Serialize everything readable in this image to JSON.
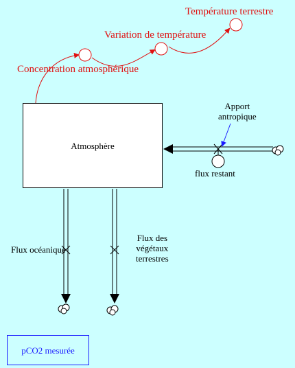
{
  "labels": {
    "temperature_terrestre": "Température terrestre",
    "variation_temperature": "Variation de température",
    "concentration_atmospherique": "Concentration atmosphérique",
    "atmosphere": "Atmosphère",
    "apport_antropique_line1": "Apport",
    "apport_antropique_line2": "antropique",
    "flux_restant": "flux restant",
    "flux_oceanique": "Flux océanique",
    "flux_vegetaux_line1": "Flux des",
    "flux_vegetaux_line2": "végétaux",
    "flux_vegetaux_line3": "terrestres",
    "pco2_mesuree": "pCO2 mesurée"
  },
  "colors": {
    "background": "#ccffff",
    "auxiliary": "#e01010",
    "link_blue": "#1a1aff",
    "stock_fill": "#ffffff"
  }
}
